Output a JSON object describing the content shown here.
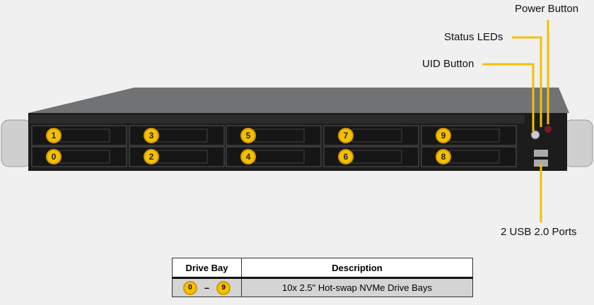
{
  "callouts": {
    "power": "Power Button",
    "status": "Status LEDs",
    "uid": "UID Button",
    "usb": "2 USB 2.0 Ports"
  },
  "bays": {
    "top": [
      "1",
      "3",
      "5",
      "7",
      "9"
    ],
    "bottom": [
      "0",
      "2",
      "4",
      "6",
      "8"
    ]
  },
  "table": {
    "headers": [
      "Drive Bay",
      "Description"
    ],
    "row": {
      "from": "0",
      "sep": "–",
      "to": "9",
      "description": "10x 2.5\" Hot-swap NVMe Drive  Bays"
    }
  },
  "colors": {
    "callout": "#f5c000",
    "chassis": "#1c1c1c",
    "background": "#f0f0f0"
  }
}
